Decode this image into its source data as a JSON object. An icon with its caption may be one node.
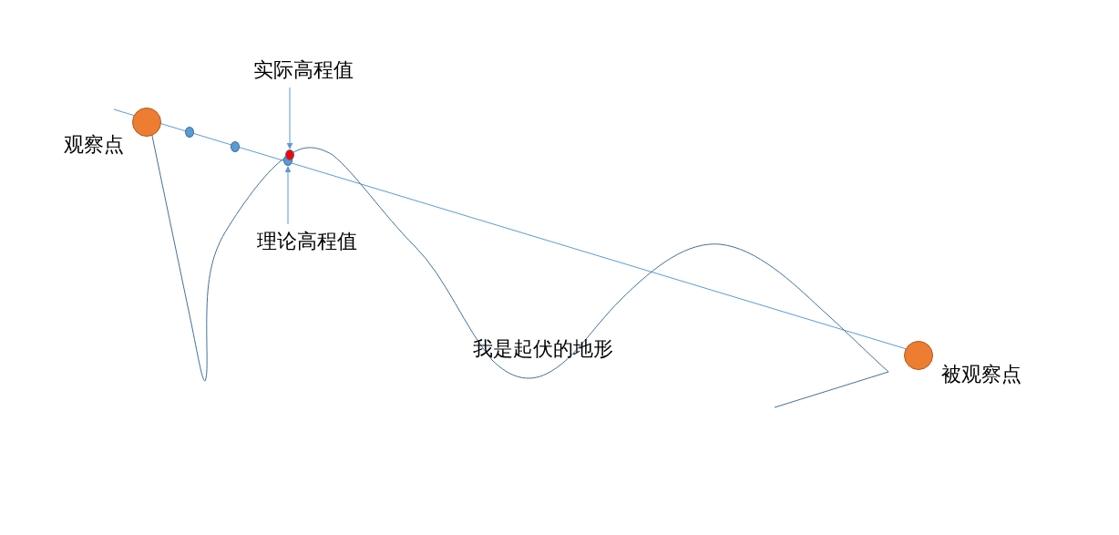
{
  "diagram": {
    "nodes": [
      {
        "text": [
          "实际高程值"
        ]
      },
      {
        "text": [],
        "shape": "circle",
        "beside": [
          "观察点"
        ]
      },
      {
        "text": [],
        "shape": "circle"
      },
      {
        "text": [],
        "shape": "circle"
      },
      {
        "text": [],
        "shape": "circle"
      },
      {
        "text": [],
        "shape": "circle"
      },
      {
        "text": [
          "理论高程值"
        ]
      },
      {
        "text": [],
        "shape": "circle",
        "beside": [
          "被观察点"
        ]
      }
    ],
    "edges": [
      {
        "from": 0,
        "to": 4,
        "arrow": "to"
      },
      {
        "from": 6,
        "to": 5,
        "arrow": "to"
      }
    ],
    "labels": [
      "我是起伏的地形"
    ]
  }
}
